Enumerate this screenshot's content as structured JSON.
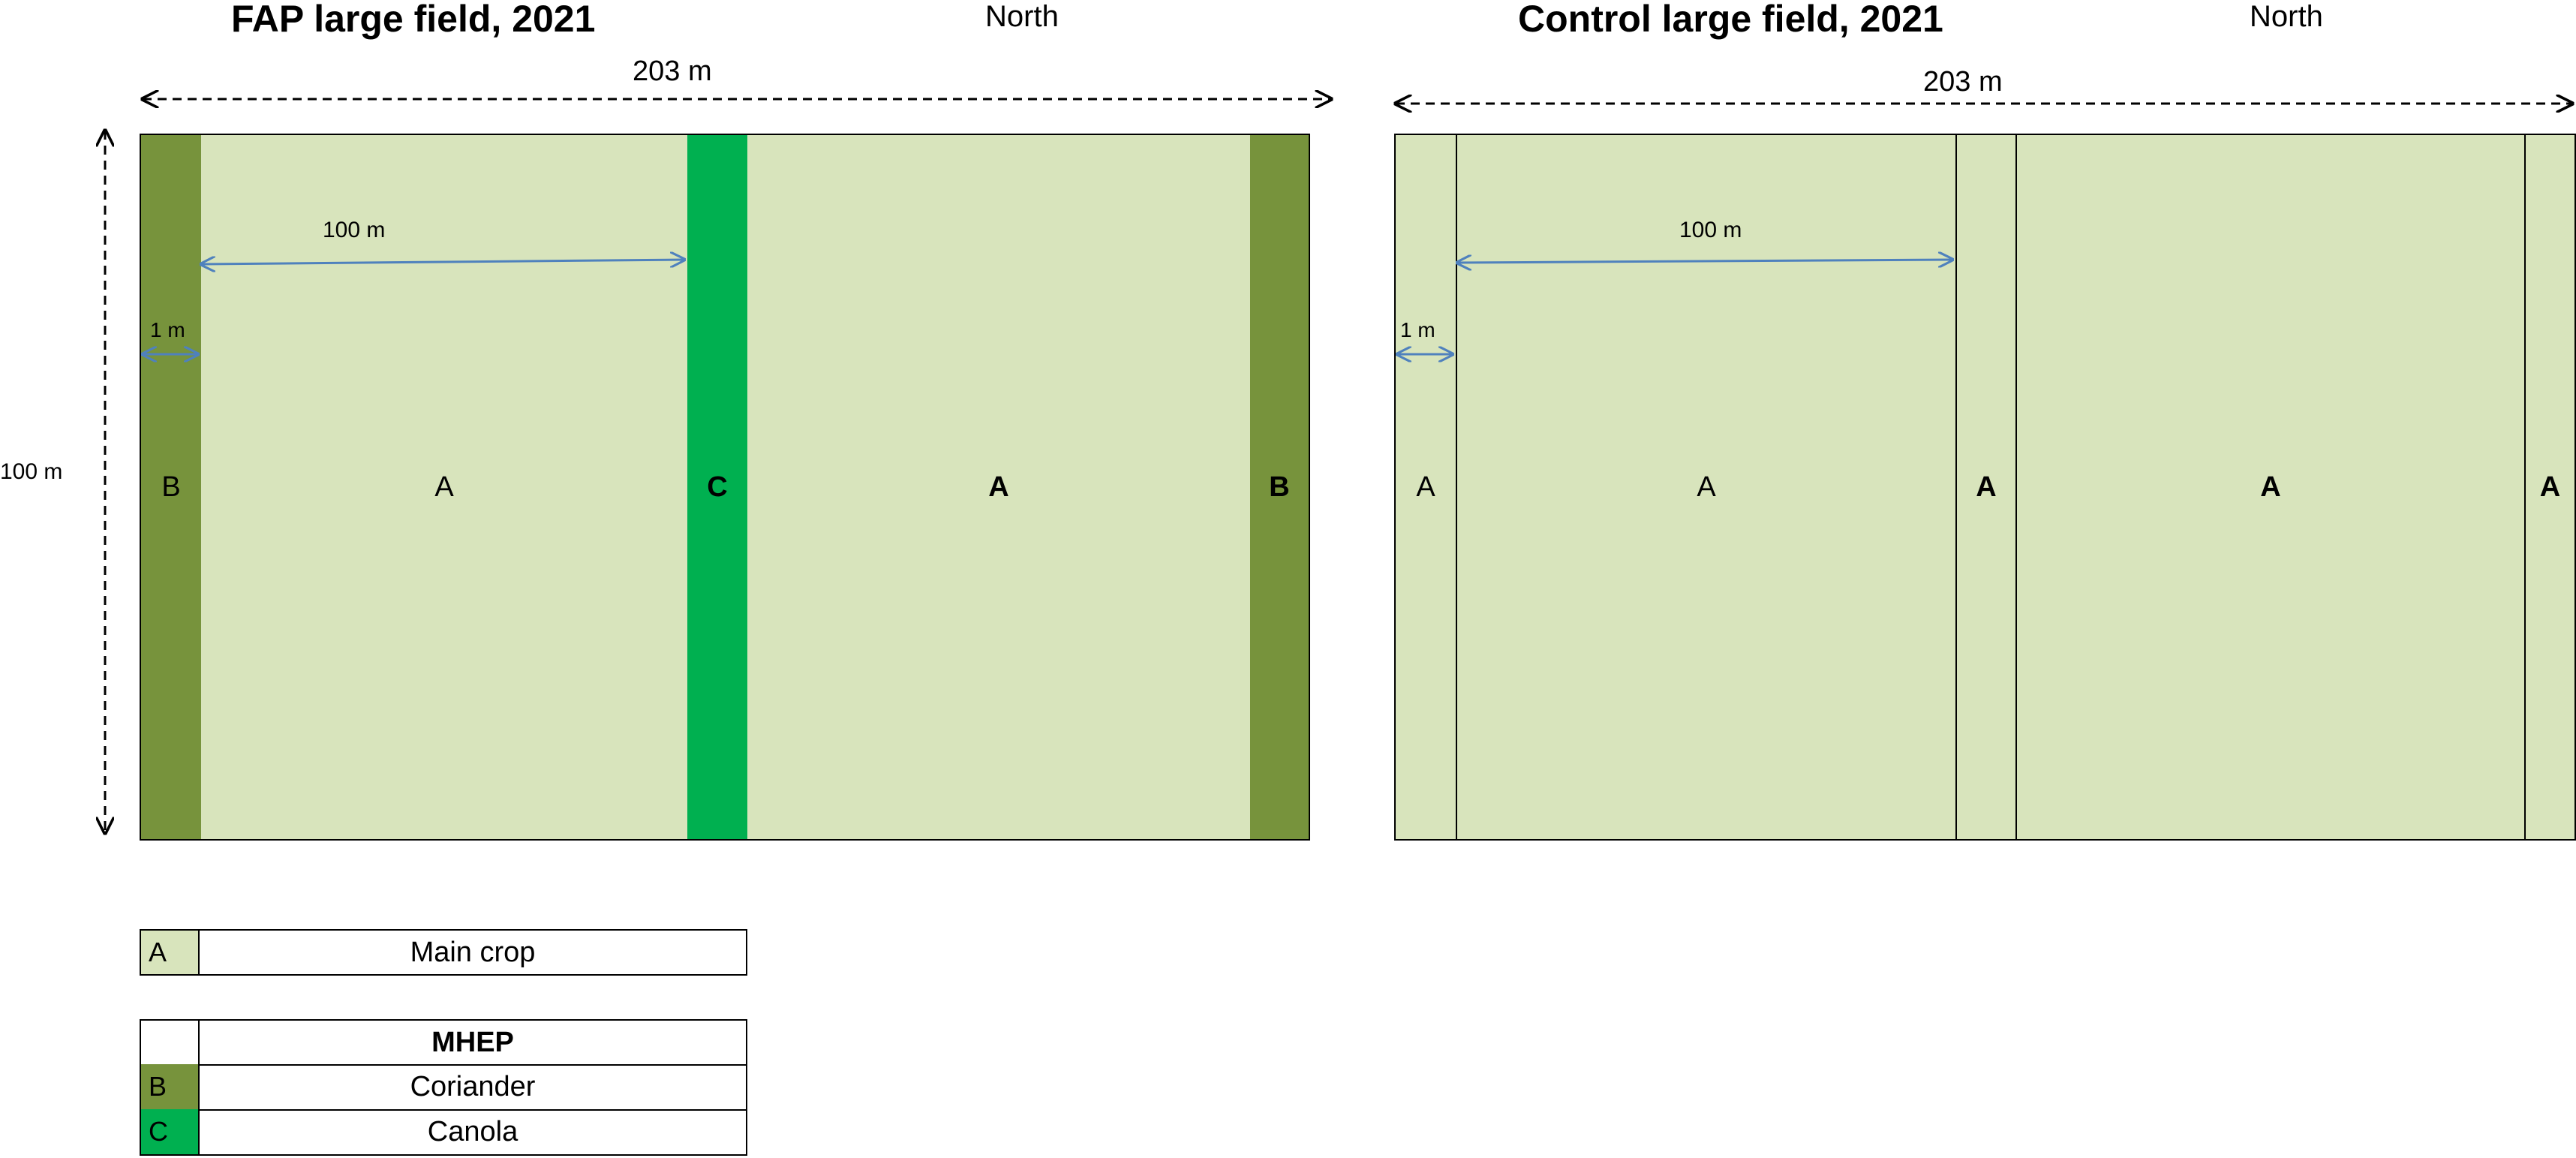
{
  "colors": {
    "main_crop": "#d8e4bc",
    "coriander": "#77933c",
    "canola": "#00b050",
    "dimension_arrow_blue": "#4f81bd"
  },
  "fap": {
    "title": "FAP large field, 2021",
    "north": "North",
    "width_label": "203 m",
    "height_label": "100  m",
    "strip_width_label": "1 m",
    "inner_width_label": "100 m",
    "strips": [
      {
        "letter": "B",
        "bold": false,
        "color": "coriander"
      },
      {
        "letter": "A",
        "bold": false,
        "color": "main_crop"
      },
      {
        "letter": "C",
        "bold": true,
        "color": "canola"
      },
      {
        "letter": "A",
        "bold": true,
        "color": "main_crop"
      },
      {
        "letter": "B",
        "bold": true,
        "color": "coriander"
      }
    ]
  },
  "control": {
    "title": "Control large field, 2021",
    "north": "North",
    "width_label": "203 m",
    "strip_width_label": "1 m",
    "inner_width_label": "100 m",
    "strips": [
      {
        "letter": "A",
        "bold": false,
        "color": "main_crop"
      },
      {
        "letter": "A",
        "bold": false,
        "color": "main_crop"
      },
      {
        "letter": "A",
        "bold": true,
        "color": "main_crop"
      },
      {
        "letter": "A",
        "bold": true,
        "color": "main_crop"
      },
      {
        "letter": "A",
        "bold": true,
        "color": "main_crop"
      }
    ]
  },
  "legend": {
    "main_crop": {
      "letter": "A",
      "label": "Main crop"
    },
    "mhep_header": "MHEP",
    "coriander": {
      "letter": "B",
      "label": "Coriander"
    },
    "canola": {
      "letter": "C",
      "label": "Canola"
    }
  }
}
